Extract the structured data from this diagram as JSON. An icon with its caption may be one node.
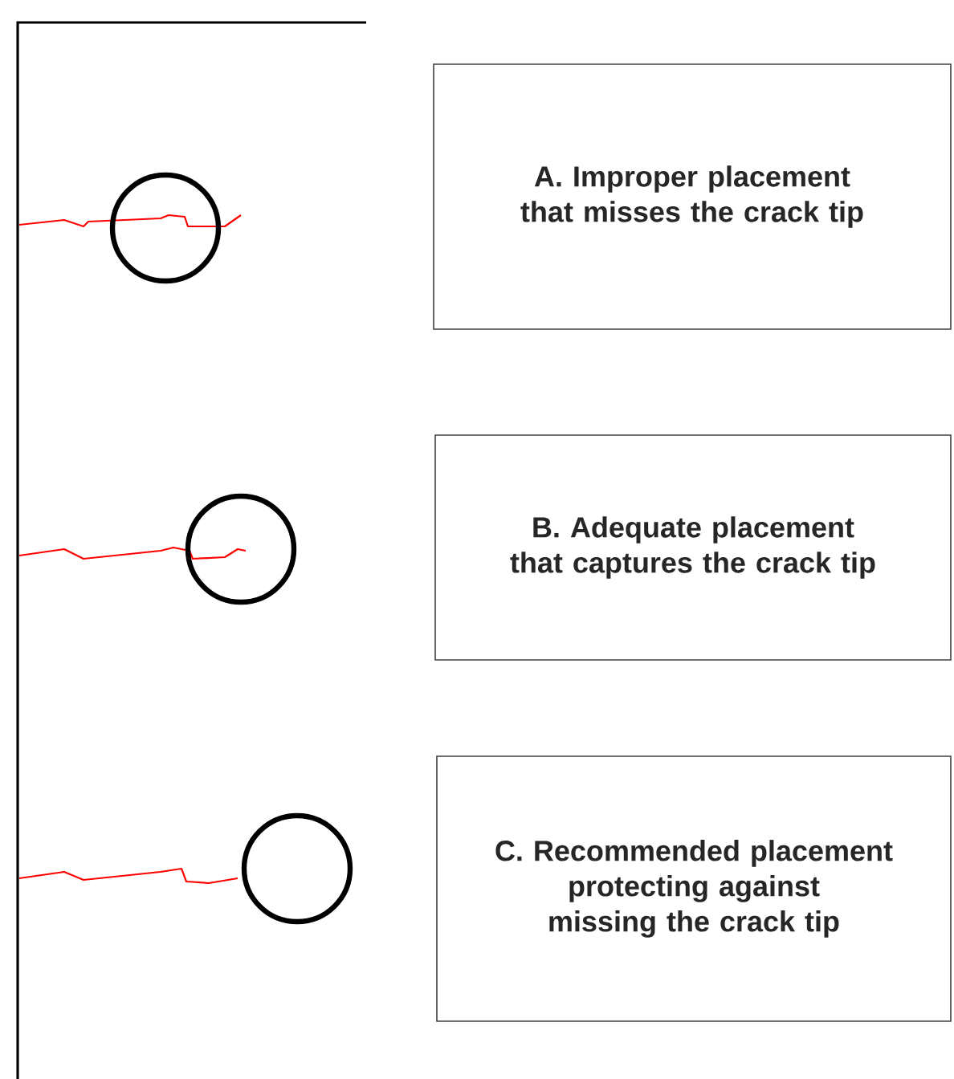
{
  "diagram": {
    "nodes": [
      {
        "text": [
          "A. Improper placement that misses the crack tip"
        ]
      },
      {
        "text": [
          "B. Adequate placement that captures the crack tip"
        ]
      },
      {
        "text": [
          "C. Recommended placement protecting against missing the crack tip"
        ]
      }
    ]
  }
}
